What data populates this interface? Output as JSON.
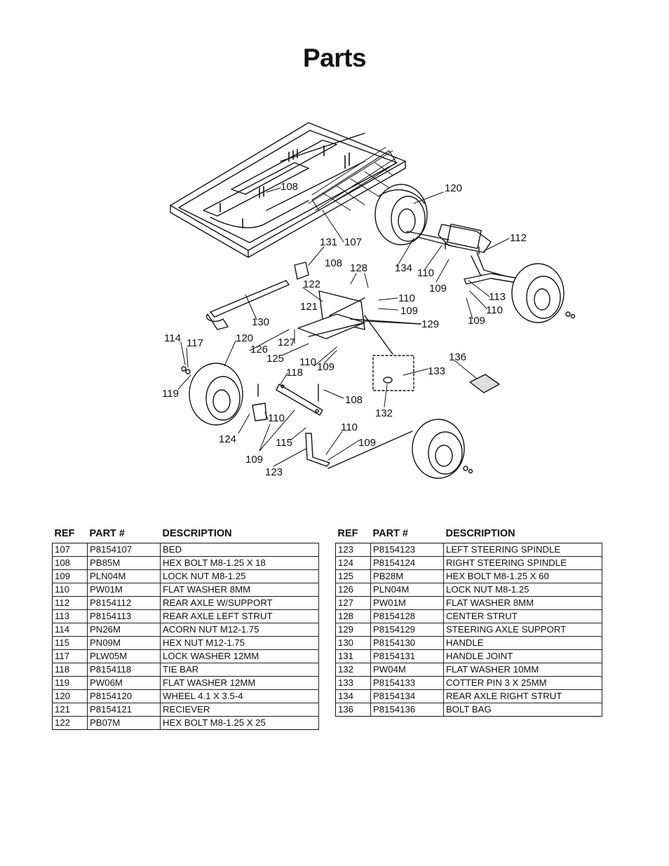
{
  "page": {
    "title": "Parts"
  },
  "diagram": {
    "callouts": [
      "108",
      "120",
      "131",
      "107",
      "112",
      "128",
      "134",
      "110",
      "108",
      "122",
      "110",
      "109",
      "113",
      "121",
      "109",
      "110",
      "109",
      "129",
      "130",
      "114",
      "117",
      "120",
      "127",
      "126",
      "125",
      "110",
      "109",
      "118",
      "136",
      "133",
      "119",
      "108",
      "132",
      "110",
      "124",
      "115",
      "110",
      "109",
      "109",
      "123"
    ]
  },
  "table": {
    "headers": {
      "ref": "REF",
      "part": "PART #",
      "desc": "DESCRIPTION"
    },
    "left_rows": [
      {
        "ref": "107",
        "part": "P8154107",
        "desc": "BED"
      },
      {
        "ref": "108",
        "part": "PB85M",
        "desc": "HEX BOLT M8-1.25 X 18"
      },
      {
        "ref": "109",
        "part": "PLN04M",
        "desc": "LOCK NUT M8-1.25"
      },
      {
        "ref": "110",
        "part": "PW01M",
        "desc": "FLAT WASHER 8MM"
      },
      {
        "ref": "112",
        "part": "P8154112",
        "desc": "REAR AXLE W/SUPPORT"
      },
      {
        "ref": "113",
        "part": "P8154113",
        "desc": "REAR AXLE LEFT STRUT"
      },
      {
        "ref": "114",
        "part": "PN26M",
        "desc": "ACORN NUT M12-1.75"
      },
      {
        "ref": "115",
        "part": "PN09M",
        "desc": "HEX NUT M12-1.75"
      },
      {
        "ref": "117",
        "part": "PLW05M",
        "desc": "LOCK WASHER 12MM"
      },
      {
        "ref": "118",
        "part": "P8154118",
        "desc": "TIE BAR"
      },
      {
        "ref": "119",
        "part": "PW06M",
        "desc": "FLAT WASHER 12MM"
      },
      {
        "ref": "120",
        "part": "P8154120",
        "desc": "WHEEL 4.1 X 3.5-4"
      },
      {
        "ref": "121",
        "part": "P8154121",
        "desc": "RECIEVER"
      },
      {
        "ref": "122",
        "part": "PB07M",
        "desc": "HEX BOLT M8-1.25 X 25"
      }
    ],
    "right_rows": [
      {
        "ref": "123",
        "part": "P8154123",
        "desc": "LEFT STEERING SPINDLE"
      },
      {
        "ref": "124",
        "part": "P8154124",
        "desc": "RIGHT STEERING SPINDLE"
      },
      {
        "ref": "125",
        "part": "PB28M",
        "desc": "HEX BOLT M8-1.25 X 60"
      },
      {
        "ref": "126",
        "part": "PLN04M",
        "desc": "LOCK NUT M8-1.25"
      },
      {
        "ref": "127",
        "part": "PW01M",
        "desc": "FLAT WASHER 8MM"
      },
      {
        "ref": "128",
        "part": "P8154128",
        "desc": "CENTER STRUT"
      },
      {
        "ref": "129",
        "part": "P8154129",
        "desc": "STEERING AXLE SUPPORT"
      },
      {
        "ref": "130",
        "part": "P8154130",
        "desc": "HANDLE"
      },
      {
        "ref": "131",
        "part": "P8154131",
        "desc": "HANDLE JOINT"
      },
      {
        "ref": "132",
        "part": "PW04M",
        "desc": "FLAT WASHER 10MM"
      },
      {
        "ref": "133",
        "part": "P8154133",
        "desc": "COTTER PIN 3 X 25MM"
      },
      {
        "ref": "134",
        "part": "P8154134",
        "desc": "REAR AXLE RIGHT STRUT"
      },
      {
        "ref": "136",
        "part": "P8154136",
        "desc": "BOLT BAG"
      }
    ]
  }
}
